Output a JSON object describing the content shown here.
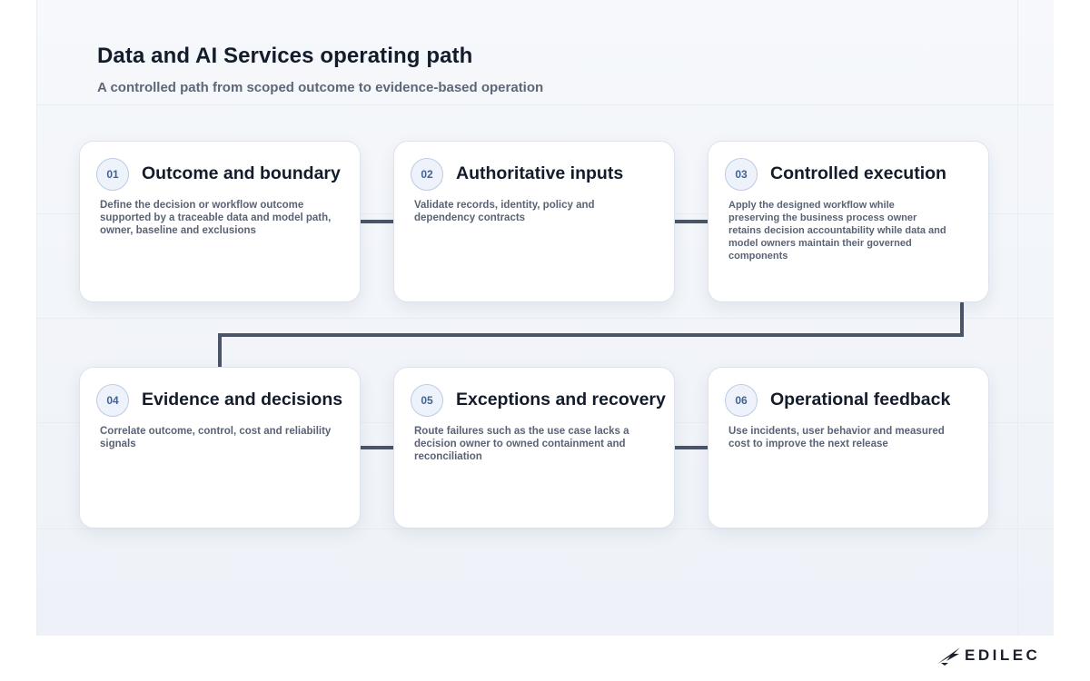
{
  "header": {
    "title": "Data and AI Services operating path",
    "subtitle": "A controlled path from scoped outcome to evidence-based operation"
  },
  "steps": [
    {
      "number": "01",
      "title": "Outcome and boundary",
      "description": "Define the decision or workflow outcome supported by a traceable data and model path, owner, baseline and exclusions"
    },
    {
      "number": "02",
      "title": "Authoritative inputs",
      "description": "Validate records, identity, policy and dependency contracts"
    },
    {
      "number": "03",
      "title": "Controlled execution",
      "description": "Apply the designed workflow while preserving the business process owner retains decision accountability while data and model owners maintain their governed components"
    },
    {
      "number": "04",
      "title": "Evidence and decisions",
      "description": "Correlate outcome, control, cost and reliability signals"
    },
    {
      "number": "05",
      "title": "Exceptions and recovery",
      "description": "Route failures such as the use case lacks a decision owner to owned containment and reconciliation"
    },
    {
      "number": "06",
      "title": "Operational feedback",
      "description": "Use incidents, user behavior and measured cost to improve the next release"
    }
  ],
  "brand": {
    "name": "EDILEC",
    "icon": "brand-wing-icon"
  },
  "colors": {
    "connector": "#4a5568",
    "badge_text": "#44628f",
    "badge_border": "#bccbe3",
    "title": "#141c2b",
    "body_text": "#5a6375"
  }
}
